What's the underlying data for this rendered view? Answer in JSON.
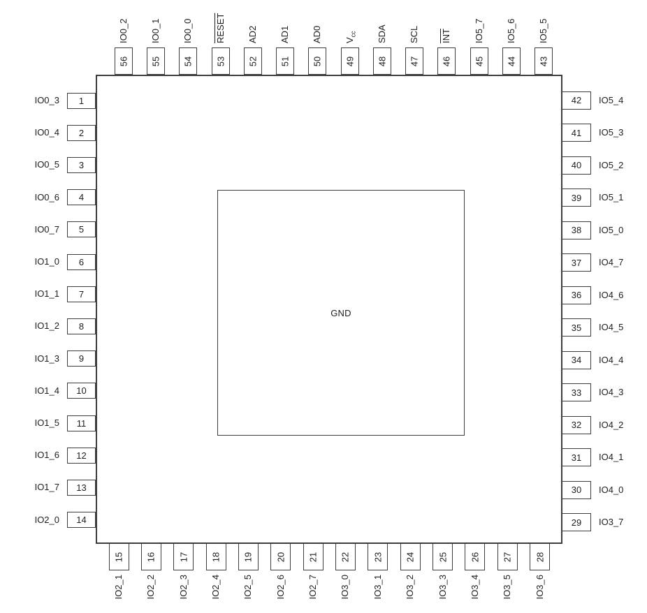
{
  "diagram": {
    "center_label": "GND",
    "colors": {
      "line": "#3d3d3d",
      "text": "#1d1d1d",
      "background": "#ffffff"
    },
    "sides": {
      "top": {
        "pins": [
          {
            "num": "56",
            "label": "IO0_2"
          },
          {
            "num": "55",
            "label": "IO0_1"
          },
          {
            "num": "54",
            "label": "IO0_0"
          },
          {
            "num": "53",
            "label": "RESET",
            "overline": true
          },
          {
            "num": "52",
            "label": "AD2"
          },
          {
            "num": "51",
            "label": "AD1"
          },
          {
            "num": "50",
            "label": "AD0"
          },
          {
            "num": "49",
            "label": "V",
            "sub": "cc"
          },
          {
            "num": "48",
            "label": "SDA"
          },
          {
            "num": "47",
            "label": "SCL"
          },
          {
            "num": "46",
            "label": "INT",
            "overline": true
          },
          {
            "num": "45",
            "label": "IO5_7"
          },
          {
            "num": "44",
            "label": "IO5_6"
          },
          {
            "num": "43",
            "label": "IO5_5"
          }
        ]
      },
      "left": {
        "pins": [
          {
            "num": "1",
            "label": "IO0_3"
          },
          {
            "num": "2",
            "label": "IO0_4"
          },
          {
            "num": "3",
            "label": "IO0_5"
          },
          {
            "num": "4",
            "label": "IO0_6"
          },
          {
            "num": "5",
            "label": "IO0_7"
          },
          {
            "num": "6",
            "label": "IO1_0"
          },
          {
            "num": "7",
            "label": "IO1_1"
          },
          {
            "num": "8",
            "label": "IO1_2"
          },
          {
            "num": "9",
            "label": "IO1_3"
          },
          {
            "num": "10",
            "label": "IO1_4"
          },
          {
            "num": "11",
            "label": "IO1_5"
          },
          {
            "num": "12",
            "label": "IO1_6"
          },
          {
            "num": "13",
            "label": "IO1_7"
          },
          {
            "num": "14",
            "label": "IO2_0"
          }
        ]
      },
      "right": {
        "pins": [
          {
            "num": "42",
            "label": "IO5_4"
          },
          {
            "num": "41",
            "label": "IO5_3"
          },
          {
            "num": "40",
            "label": "IO5_2"
          },
          {
            "num": "39",
            "label": "IO5_1"
          },
          {
            "num": "38",
            "label": "IO5_0"
          },
          {
            "num": "37",
            "label": "IO4_7"
          },
          {
            "num": "36",
            "label": "IO4_6"
          },
          {
            "num": "35",
            "label": "IO4_5"
          },
          {
            "num": "34",
            "label": "IO4_4"
          },
          {
            "num": "33",
            "label": "IO4_3"
          },
          {
            "num": "32",
            "label": "IO4_2"
          },
          {
            "num": "31",
            "label": "IO4_1"
          },
          {
            "num": "30",
            "label": "IO4_0"
          },
          {
            "num": "29",
            "label": "IO3_7"
          }
        ]
      },
      "bottom": {
        "pins": [
          {
            "num": "15",
            "label": "IO2_1"
          },
          {
            "num": "16",
            "label": "IO2_2"
          },
          {
            "num": "17",
            "label": "IO2_3"
          },
          {
            "num": "18",
            "label": "IO2_4"
          },
          {
            "num": "19",
            "label": "IO2_5"
          },
          {
            "num": "20",
            "label": "IO2_6"
          },
          {
            "num": "21",
            "label": "IO2_7"
          },
          {
            "num": "22",
            "label": "IO3_0"
          },
          {
            "num": "23",
            "label": "IO3_1"
          },
          {
            "num": "24",
            "label": "IO3_2"
          },
          {
            "num": "25",
            "label": "IO3_3"
          },
          {
            "num": "26",
            "label": "IO3_4"
          },
          {
            "num": "27",
            "label": "IO3_5"
          },
          {
            "num": "28",
            "label": "IO3_6"
          }
        ]
      }
    }
  }
}
